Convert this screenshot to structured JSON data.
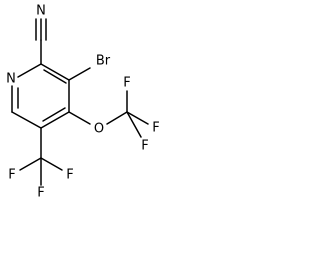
{
  "structure": {
    "atoms": [
      {
        "id": "N_top",
        "label": "N"
      },
      {
        "id": "Br",
        "label": "Br"
      },
      {
        "id": "N_ring",
        "label": "N"
      },
      {
        "id": "O",
        "label": "O"
      },
      {
        "id": "F_otf_top",
        "label": "F"
      },
      {
        "id": "F_otf_right",
        "label": "F"
      },
      {
        "id": "F_otf_bottom",
        "label": "F"
      },
      {
        "id": "F_cf3_left",
        "label": "F"
      },
      {
        "id": "F_cf3_right",
        "label": "F"
      },
      {
        "id": "F_cf3_bottom",
        "label": "F"
      }
    ],
    "colors": {
      "bond": "#000000",
      "text": "#000000",
      "background": "#ffffff"
    }
  }
}
